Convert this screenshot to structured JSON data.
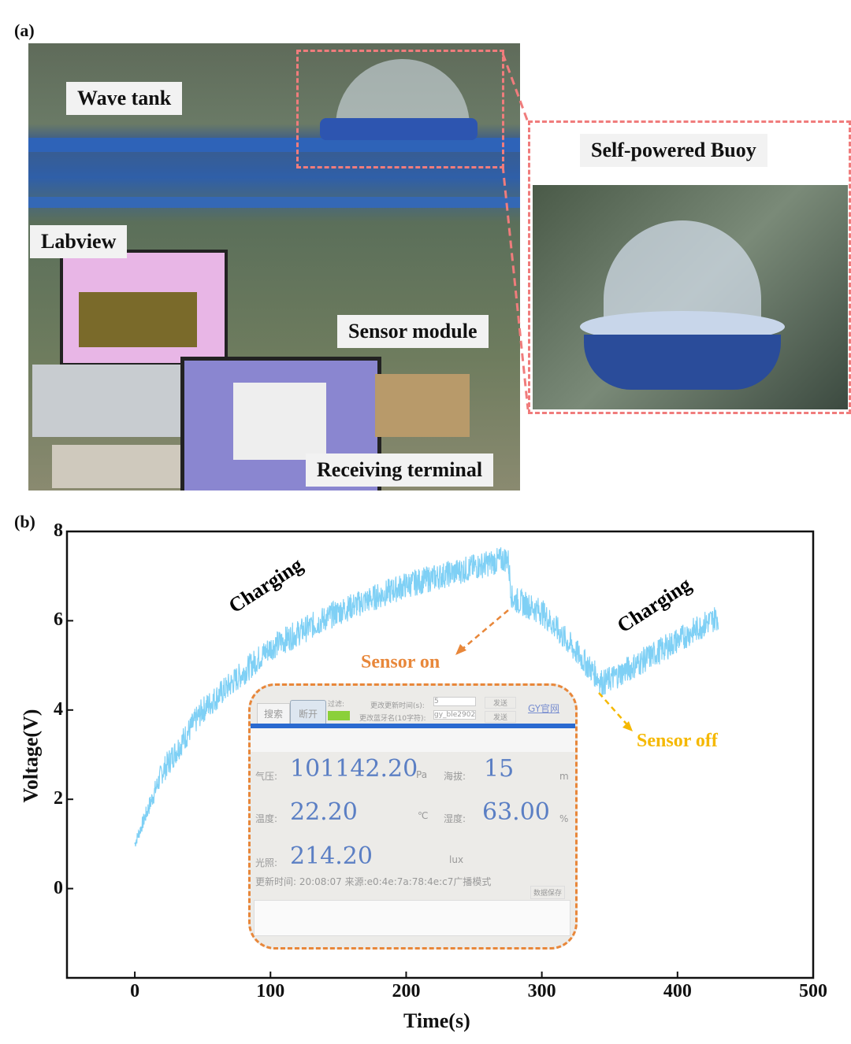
{
  "panel_a": {
    "label": "(a)",
    "tags": {
      "wave_tank": "Wave tank",
      "labview": "Labview",
      "sensor_module": "Sensor module",
      "receiving_terminal": "Receiving terminal",
      "buoy": "Self-powered Buoy"
    }
  },
  "panel_b": {
    "label": "(b)",
    "annotations": {
      "charging1": "Charging",
      "charging2": "Charging",
      "sensor_on": "Sensor on",
      "sensor_off": "Sensor off"
    },
    "inset": {
      "search": "搜索",
      "disconnect": "断开",
      "filter": "过滤:",
      "update_time_label": "更改更新时间(s):",
      "update_time_value": "5",
      "bt_name_label": "更改蓝牙名(10字符):",
      "bt_name_value": "gy_ble2902",
      "send1": "发送",
      "send2": "发送",
      "link": "GY官网",
      "pressure_label": "气压:",
      "pressure_value": "101142.20",
      "pressure_unit": "Pa",
      "altitude_label": "海拔:",
      "altitude_value": "15",
      "altitude_unit": "m",
      "temp_label": "温度:",
      "temp_value": "22.20",
      "temp_unit": "℃",
      "humidity_label": "湿度:",
      "humidity_value": "63.00",
      "humidity_unit": "%",
      "light_label": "光照:",
      "light_value": "214.20",
      "light_unit": "lux",
      "update_line": "更新时间: 20:08:07   来源:e0:4e:7a:78:4e:c7广播模式",
      "save": "数据保存"
    }
  },
  "chart_data": {
    "type": "line",
    "xlabel": "Time(s)",
    "ylabel": "Voltage(V)",
    "xlim": [
      -50,
      500
    ],
    "ylim": [
      -2,
      8
    ],
    "xticks": [
      "0",
      "100",
      "200",
      "300",
      "400",
      "500"
    ],
    "yticks": [
      "0",
      "2",
      "4",
      "6",
      "8"
    ],
    "series": [
      {
        "name": "Voltage",
        "color": "#7fd0f5",
        "key_points": {
          "t": [
            0,
            20,
            50,
            100,
            150,
            200,
            250,
            275,
            278,
            300,
            345,
            380,
            430
          ],
          "v": [
            1.0,
            2.6,
            4.0,
            5.4,
            6.2,
            6.8,
            7.2,
            7.4,
            6.5,
            6.2,
            4.6,
            5.2,
            6.1
          ]
        },
        "noise_amplitude": 0.3
      }
    ]
  }
}
